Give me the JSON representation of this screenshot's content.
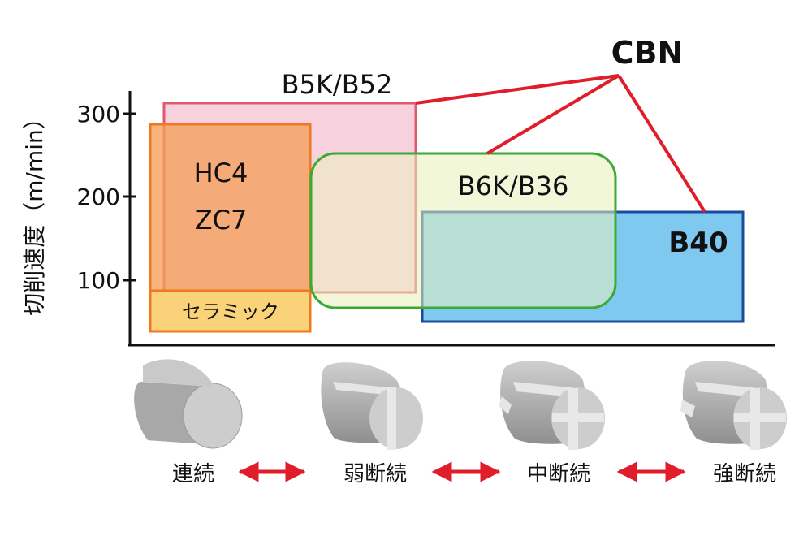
{
  "chart_data": {
    "type": "diagram",
    "y_axis_label": "切削速度（m/min）",
    "y_ticks": [
      "300",
      "200",
      "100"
    ],
    "regions": [
      {
        "label": "B5K/B52",
        "color": "#f6c6d8",
        "border": "#e05a6e"
      },
      {
        "label": "HC4",
        "label2": "ZC7",
        "sublabel": "セラミック",
        "color": "#f5a050",
        "border": "#f07820",
        "subcolor": "#f9d070"
      },
      {
        "label": "B6K/B36",
        "color": "#e9efc0",
        "border": "#3aaa35"
      },
      {
        "label": "B40",
        "color": "#7cc8f0",
        "border": "#1e4a9c"
      }
    ],
    "group_label": "CBN",
    "group_line_color": "#e01e2b",
    "x_categories": [
      "連続",
      "弱断続",
      "中断続",
      "強断続"
    ],
    "arrow_color": "#e01e2b"
  }
}
